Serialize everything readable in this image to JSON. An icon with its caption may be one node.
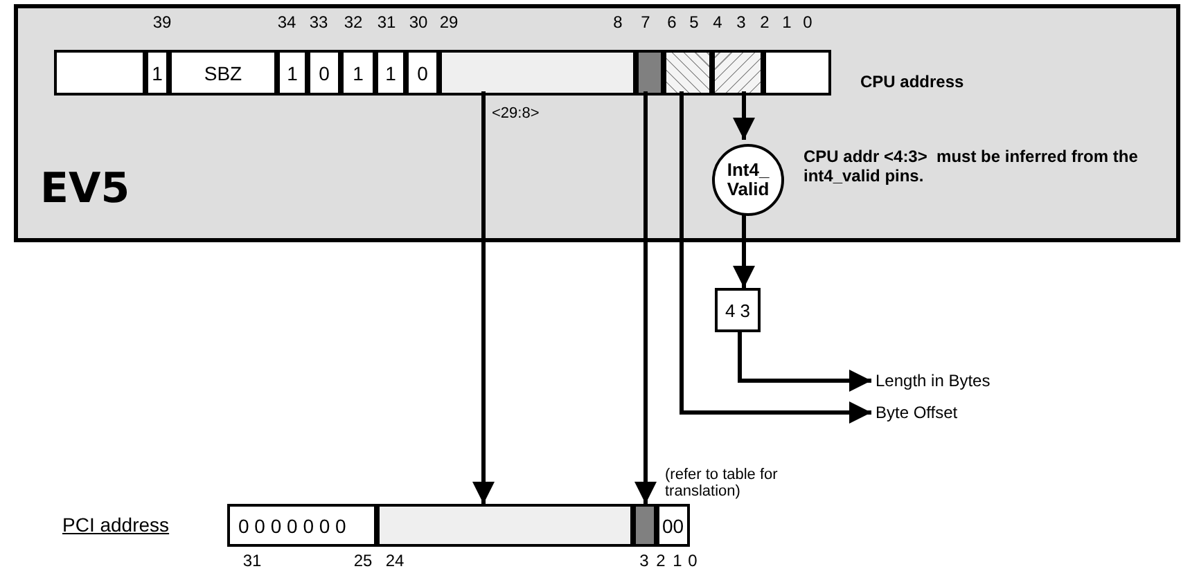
{
  "diagram": {
    "nodes": [
      {
        "text": [
          "EV5"
        ]
      },
      {
        "text": [],
        "shape": "box",
        "in": 0
      },
      {
        "text": [
          "1"
        ],
        "in": 0
      },
      {
        "text": [
          "SBZ"
        ],
        "in": 0
      },
      {
        "text": [
          "1"
        ],
        "in": 0
      },
      {
        "text": [
          "0"
        ],
        "in": 0
      },
      {
        "text": [
          "1"
        ],
        "in": 0
      },
      {
        "text": [
          "1"
        ],
        "in": 0
      },
      {
        "text": [
          "0"
        ],
        "in": 0
      },
      {
        "text": [],
        "shape": "box",
        "in": 0
      },
      {
        "text": [],
        "shape": "box",
        "in": 0
      },
      {
        "text": [],
        "shape": "box",
        "in": 0
      },
      {
        "text": [],
        "shape": "box",
        "in": 0
      },
      {
        "text": [],
        "shape": "box",
        "in": 0
      },
      {
        "text": [
          "Int4_ Valid"
        ],
        "in": 0
      },
      {
        "text": [
          "4 3"
        ]
      },
      {
        "text": [
          "Length in Bytes"
        ]
      },
      {
        "text": [
          "Byte Offset"
        ]
      },
      {
        "text": [
          "0 0 0 0 0 0 0"
        ]
      },
      {
        "text": [],
        "shape": "box"
      },
      {
        "text": [],
        "shape": "box"
      },
      {
        "text": [
          "00"
        ]
      }
    ],
    "edges": [
      {
        "from": 9,
        "to": 19,
        "arrow": "to"
      },
      {
        "from": 10,
        "to": 20,
        "arrow": "to"
      },
      {
        "from": 11,
        "to": 17,
        "arrow": "to"
      },
      {
        "from": 12,
        "to": 14,
        "arrow": "to"
      },
      {
        "from": 14,
        "to": 15,
        "arrow": "to"
      },
      {
        "from": 15,
        "to": 16,
        "arrow": "to"
      }
    ],
    "labels": [
      "39",
      "34",
      "33",
      "32",
      "31",
      "30",
      "29",
      "8",
      "7",
      "6",
      "5",
      "4",
      "3",
      "2",
      "1",
      "0",
      "CPU address",
      "<29:8>",
      "CPU addr <4:3>  must be inferred from the int4_valid pins.",
      "(refer to table for translation)",
      "PCI address",
      "31",
      "25",
      "24",
      "3",
      "2",
      "1",
      "0"
    ]
  }
}
